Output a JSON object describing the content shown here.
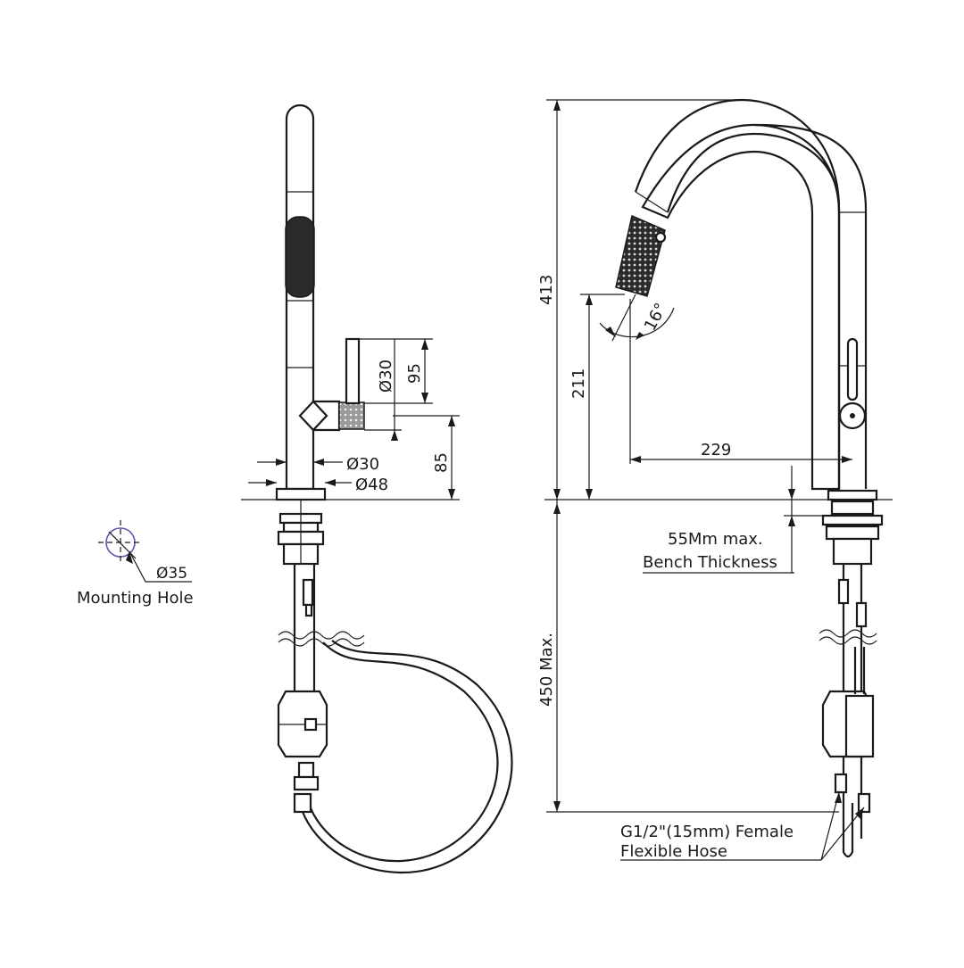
{
  "colors": {
    "line": "#1a1a1a",
    "background": "#ffffff",
    "center_mark": "#5a5aa8"
  },
  "mounting_hole": {
    "diameter": "Ø35",
    "label": "Mounting Hole"
  },
  "side_view": {
    "dim_spray_dia": "Ø30",
    "dim_spray_length": "95",
    "dim_outlet_height": "85",
    "dim_body_dia": "Ø30",
    "dim_base_dia": "Ø48"
  },
  "front_view": {
    "dim_total_height": "413",
    "dim_spout_height": "211",
    "dim_spray_angle": "16°",
    "dim_reach": "229",
    "dim_under_bench": "450 Max.",
    "bench_note_line1": "55Mm max.",
    "bench_note_line2": "Bench Thickness",
    "hose_note_line1": "G1/2\"(15mm) Female",
    "hose_note_line2": "Flexible Hose"
  }
}
